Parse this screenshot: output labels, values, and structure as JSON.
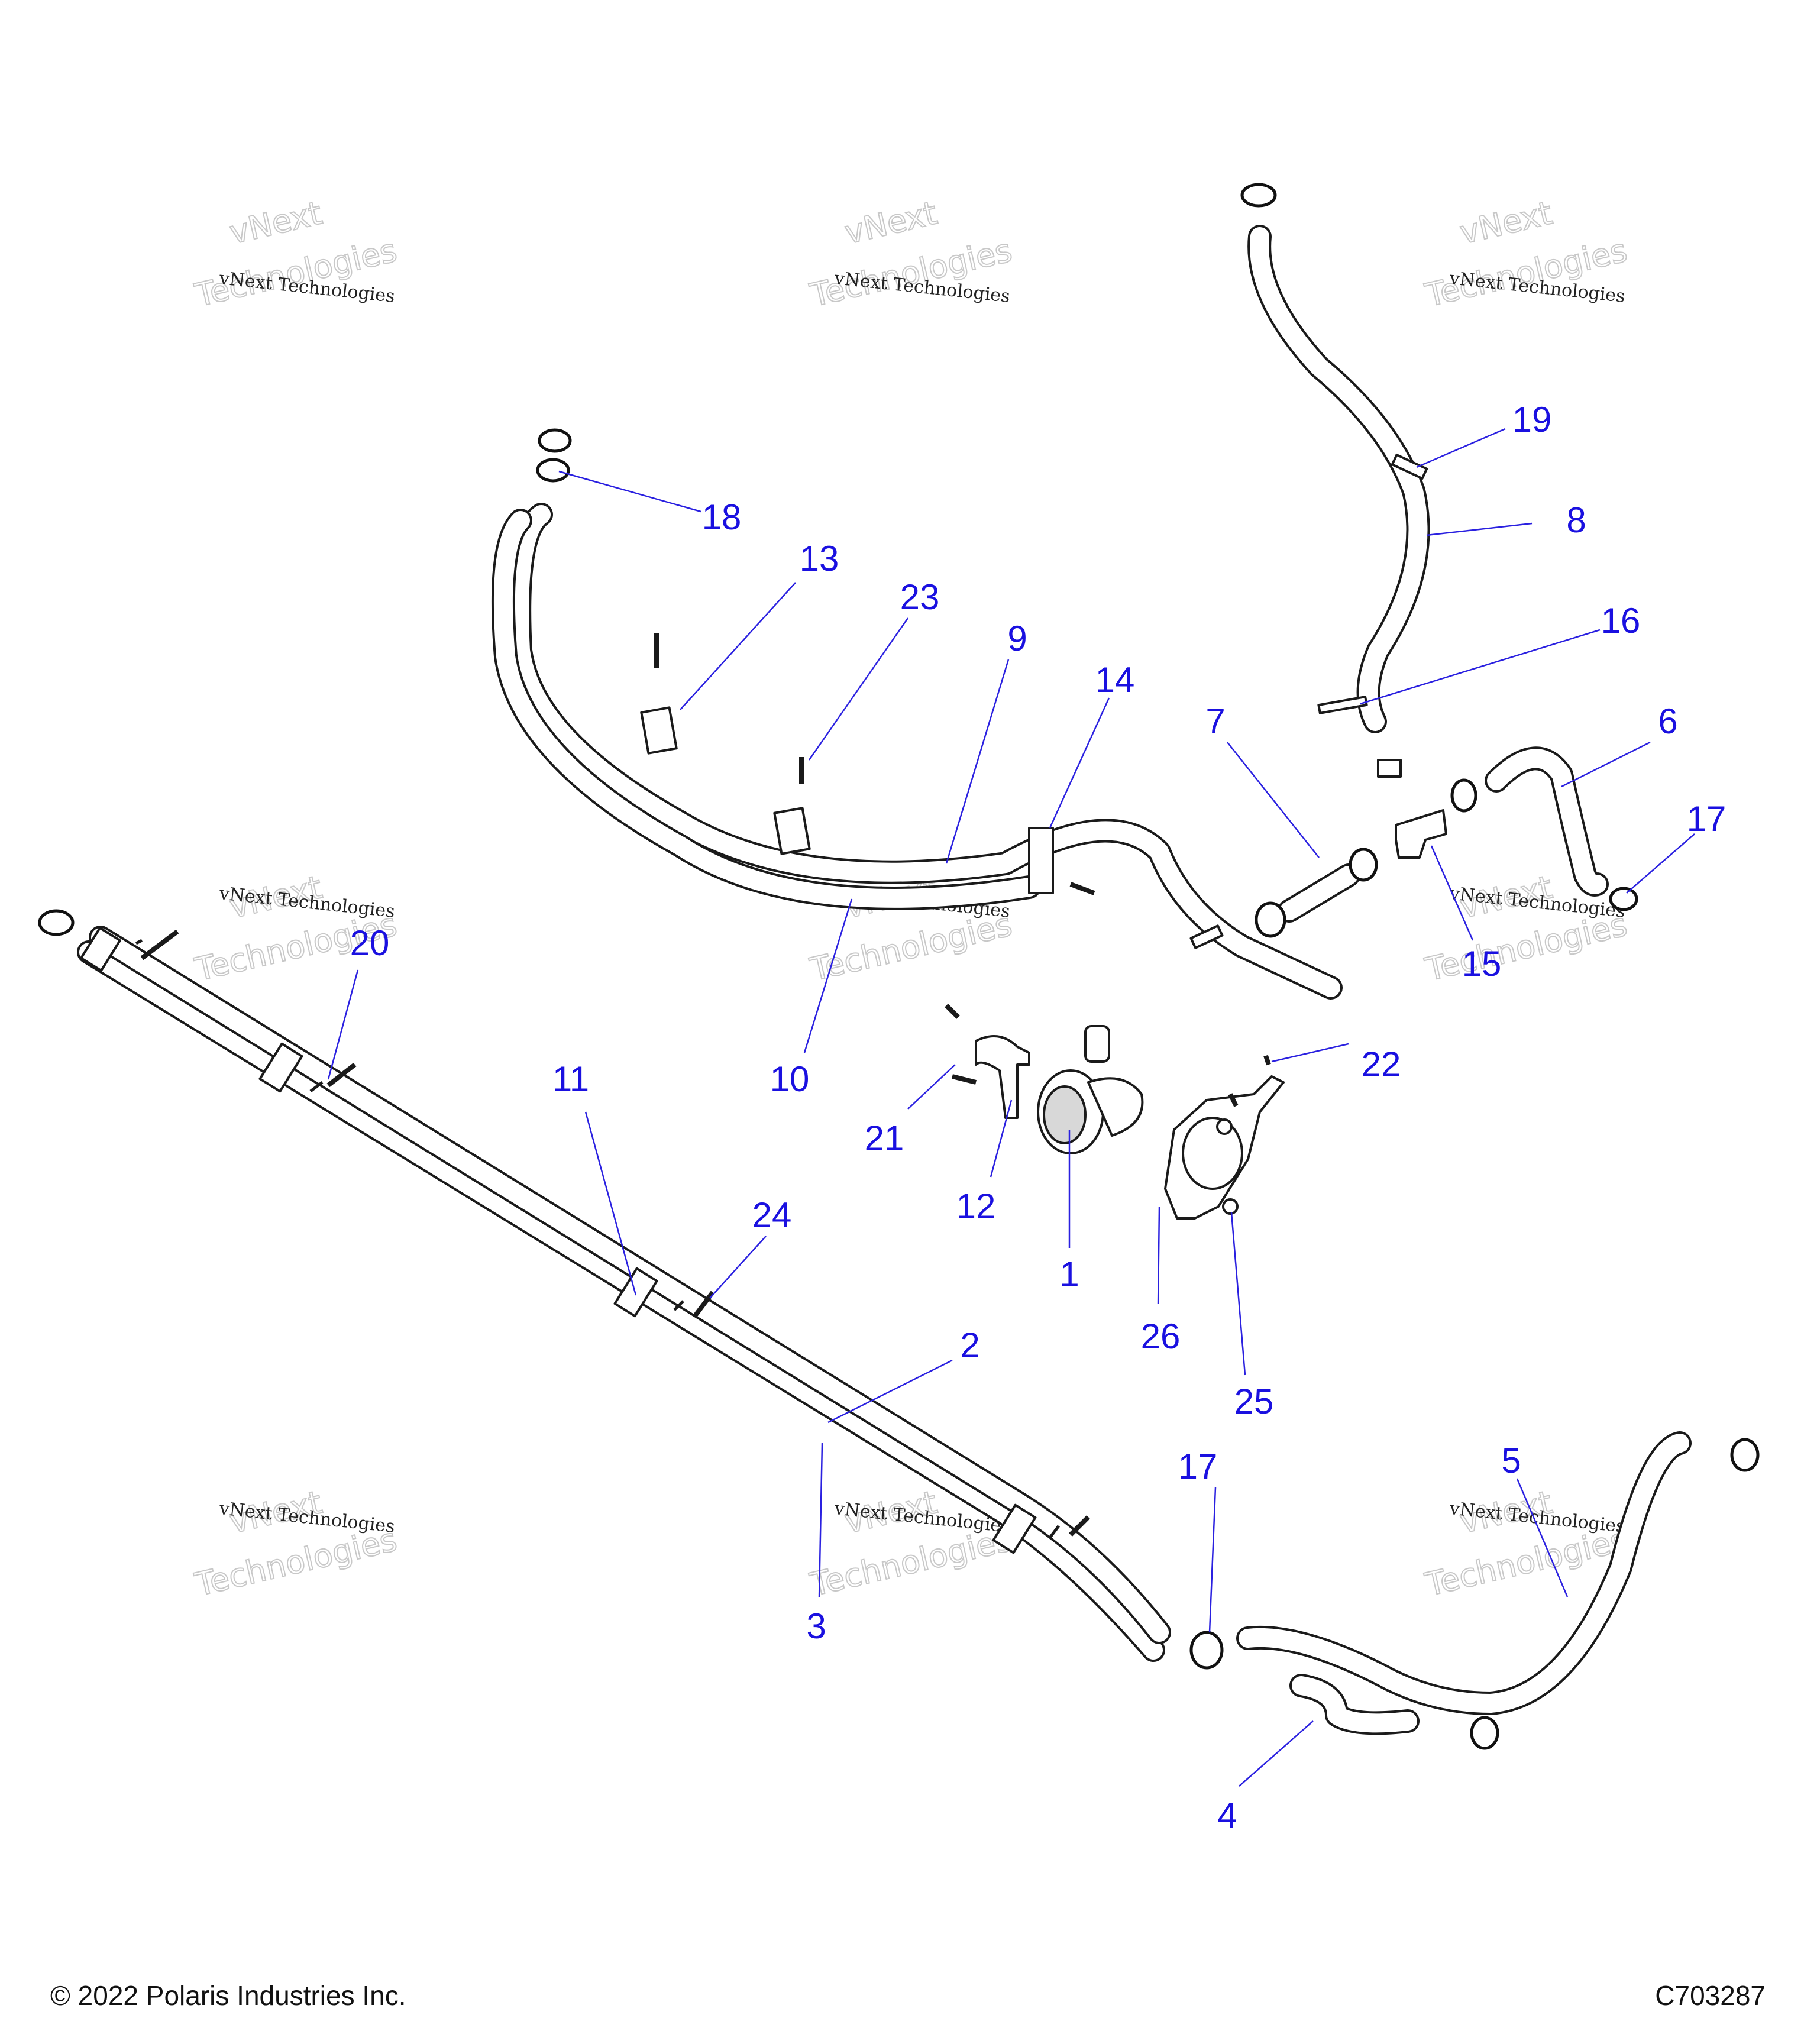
{
  "diagram": {
    "callouts": [
      "1",
      "2",
      "3",
      "4",
      "5",
      "6",
      "7",
      "8",
      "9",
      "10",
      "11",
      "12",
      "13",
      "14",
      "15",
      "16",
      "17",
      "17",
      "18",
      "19",
      "20",
      "21",
      "22",
      "23",
      "24",
      "25",
      "26"
    ],
    "watermark": {
      "line1": "vNext Technologies",
      "big_top": "vNext",
      "big_bottom": "Technologies"
    }
  },
  "footer": {
    "copyright": "© 2022 Polaris Industries Inc.",
    "code": "C703287"
  },
  "colors": {
    "callout": "#1a10e0",
    "line_art": "#1a1a1a"
  }
}
